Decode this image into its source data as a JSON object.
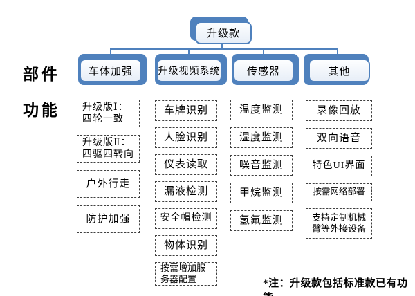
{
  "diagram": {
    "title_node": "升级款",
    "row_labels": [
      "部件",
      "功能"
    ],
    "branches": [
      {
        "label": "车体加强",
        "features": [
          "升级版Ⅰ：\n四轮一致",
          "升级版Ⅱ：\n四驱四转向",
          "户外行走",
          "防护加强"
        ]
      },
      {
        "label": "升级视频系统",
        "features": [
          "车牌识别",
          "人脸识别",
          "仪表读取",
          "漏液检测",
          "安全帽检测",
          "物体识别",
          "按需增加服\n务器配置"
        ]
      },
      {
        "label": "传感器",
        "features": [
          "温度监测",
          "湿度监测",
          "噪音监测",
          "甲烷监测",
          "氢氟监测"
        ]
      },
      {
        "label": "其他",
        "features": [
          "录像回放",
          "双向语音",
          "特色UI界面",
          "按需网络部署",
          "支持定制机械\n臂等外接设备"
        ]
      }
    ],
    "note": "*注：升级款包括标准款已有功能",
    "colors": {
      "accent": "#4f81bd",
      "dashed_border": "#404040",
      "node_fill": "#e7eef7"
    }
  }
}
